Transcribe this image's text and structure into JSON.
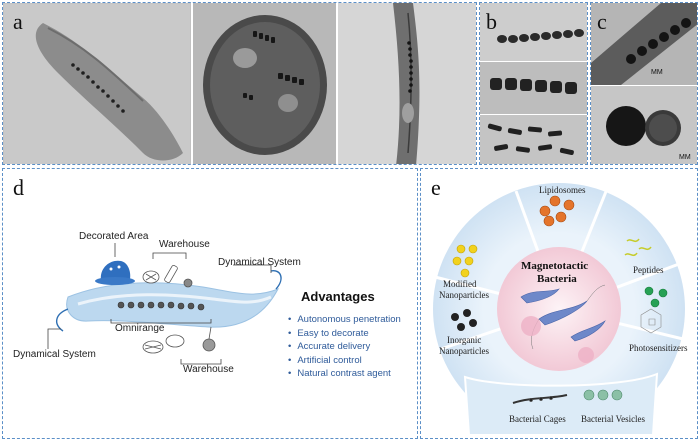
{
  "panel_a": {
    "label": "a"
  },
  "panel_b": {
    "label": "b"
  },
  "panel_c": {
    "label": "c",
    "annotation_top": "MM",
    "annotation_bottom": "MM"
  },
  "panel_d": {
    "label": "d",
    "labels": {
      "decorated_area": "Decorated  Area",
      "warehouse_top": "Warehouse",
      "dynamical_system_right": "Dynamical System",
      "omnirange": "Omnirange",
      "dynamical_system_left": "Dynamical System",
      "warehouse_bottom": "Warehouse"
    },
    "advantages_title": "Advantages",
    "advantages": [
      "Autonomous penetration",
      "Easy to decorate",
      "Accurate delivery",
      "Artificial control",
      "Natural contrast agent"
    ]
  },
  "panel_e": {
    "label": "e",
    "center_title_line1": "Magnetotactic",
    "center_title_line2": "Bacteria",
    "segments": {
      "lipidosomes": "Lipidosomes",
      "peptides": "Peptides",
      "photosensitizers": "Photosensitizers",
      "modified_np_line1": "Modified",
      "modified_np_line2": "Nanoparticles",
      "inorganic_np_line1": "Inorganic",
      "inorganic_np_line2": "Nanoparticles",
      "bacterial_cages": "Bacterial Cages",
      "bacterial_vesicles": "Bacterial Vesicles"
    },
    "colors": {
      "outer_ring": "#dceaf7",
      "inner_disc": "#f7dfe6",
      "segment_lines": "#ffffff"
    }
  }
}
